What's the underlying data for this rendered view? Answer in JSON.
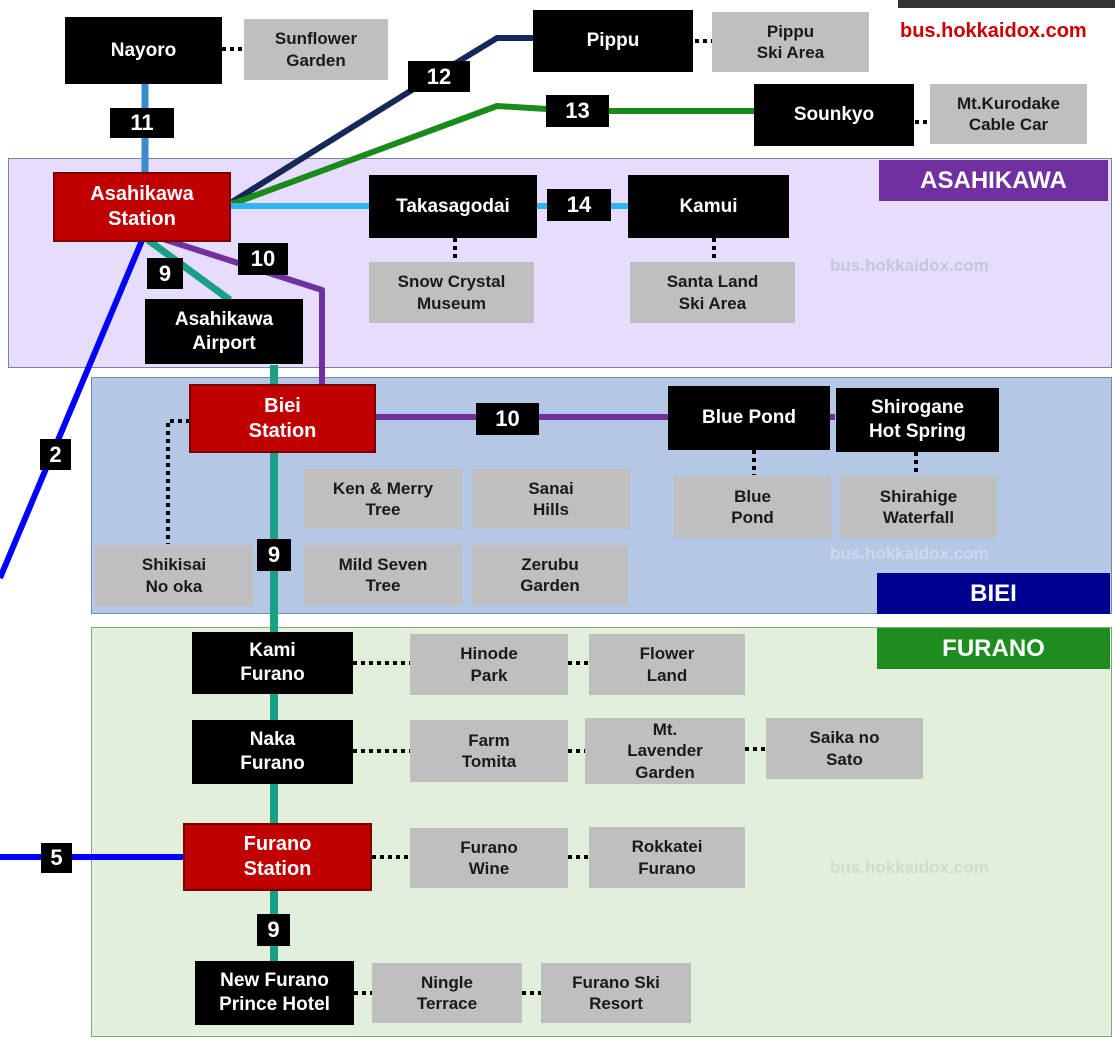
{
  "brand": {
    "url": "bus.hokkaidox.com"
  },
  "regions": {
    "asahikawa": "ASAHIKAWA",
    "biei": "BIEI",
    "furano": "FURANO"
  },
  "watermarks": [
    "bus.hokkaidox.com",
    "bus.hokkaidox.com",
    "bus.hokkaidox.com"
  ],
  "stops": {
    "nayoro": "Nayoro",
    "pippu": "Pippu",
    "sounkyo": "Sounkyo",
    "asahikawa_station": "Asahikawa\nStation",
    "takasagodai": "Takasagodai",
    "kamui": "Kamui",
    "asahikawa_airport": "Asahikawa\nAirport",
    "biei_station": "Biei\nStation",
    "blue_pond": "Blue Pond",
    "shirogane": "Shirogane\nHot Spring",
    "kami_furano": "Kami\nFurano",
    "naka_furano": "Naka\nFurano",
    "furano_station": "Furano\nStation",
    "new_furano_prince": "New Furano\nPrince Hotel"
  },
  "attractions": {
    "sunflower_garden": "Sunflower\nGarden",
    "pippu_ski": "Pippu\nSki Area",
    "kurodake": "Mt.Kurodake\nCable Car",
    "snow_crystal": "Snow Crystal\nMuseum",
    "santa_land": "Santa Land\nSki Area",
    "ken_merry": "Ken & Merry\nTree",
    "sanai_hills": "Sanai\nHills",
    "blue_pond_attr": "Blue\nPond",
    "shirahige": "Shirahige\nWaterfall",
    "shikisai": "Shikisai\nNo oka",
    "mild_seven": "Mild Seven\nTree",
    "zerubu": "Zerubu\nGarden",
    "hinode": "Hinode\nPark",
    "flower_land": "Flower\nLand",
    "farm_tomita": "Farm\nTomita",
    "lavender": "Mt.\nLavender\nGarden",
    "saika": "Saika no\nSato",
    "furano_wine": "Furano\nWine",
    "rokkatei": "Rokkatei\nFurano",
    "ningle": "Ningle\nTerrace",
    "furano_ski": "Furano Ski\nResort"
  },
  "routes": {
    "r2": "2",
    "r5": "5",
    "r9a": "9",
    "r9b": "9",
    "r9c": "9",
    "r10a": "10",
    "r10b": "10",
    "r11": "11",
    "r12": "12",
    "r13": "13",
    "r14": "14"
  },
  "colors": {
    "line_blue": "#0000ff",
    "line_navy": "#14285a",
    "line_green": "#1a8a1a",
    "line_teal": "#17a085",
    "line_purple": "#7030a0",
    "line_lightblue": "#2fb5ef",
    "line_steel": "#3d8bcf",
    "station_red": "#c00000",
    "asahikawa_label": "#7030a0",
    "biei_label": "#000090",
    "furano_label": "#1e8c1e"
  }
}
